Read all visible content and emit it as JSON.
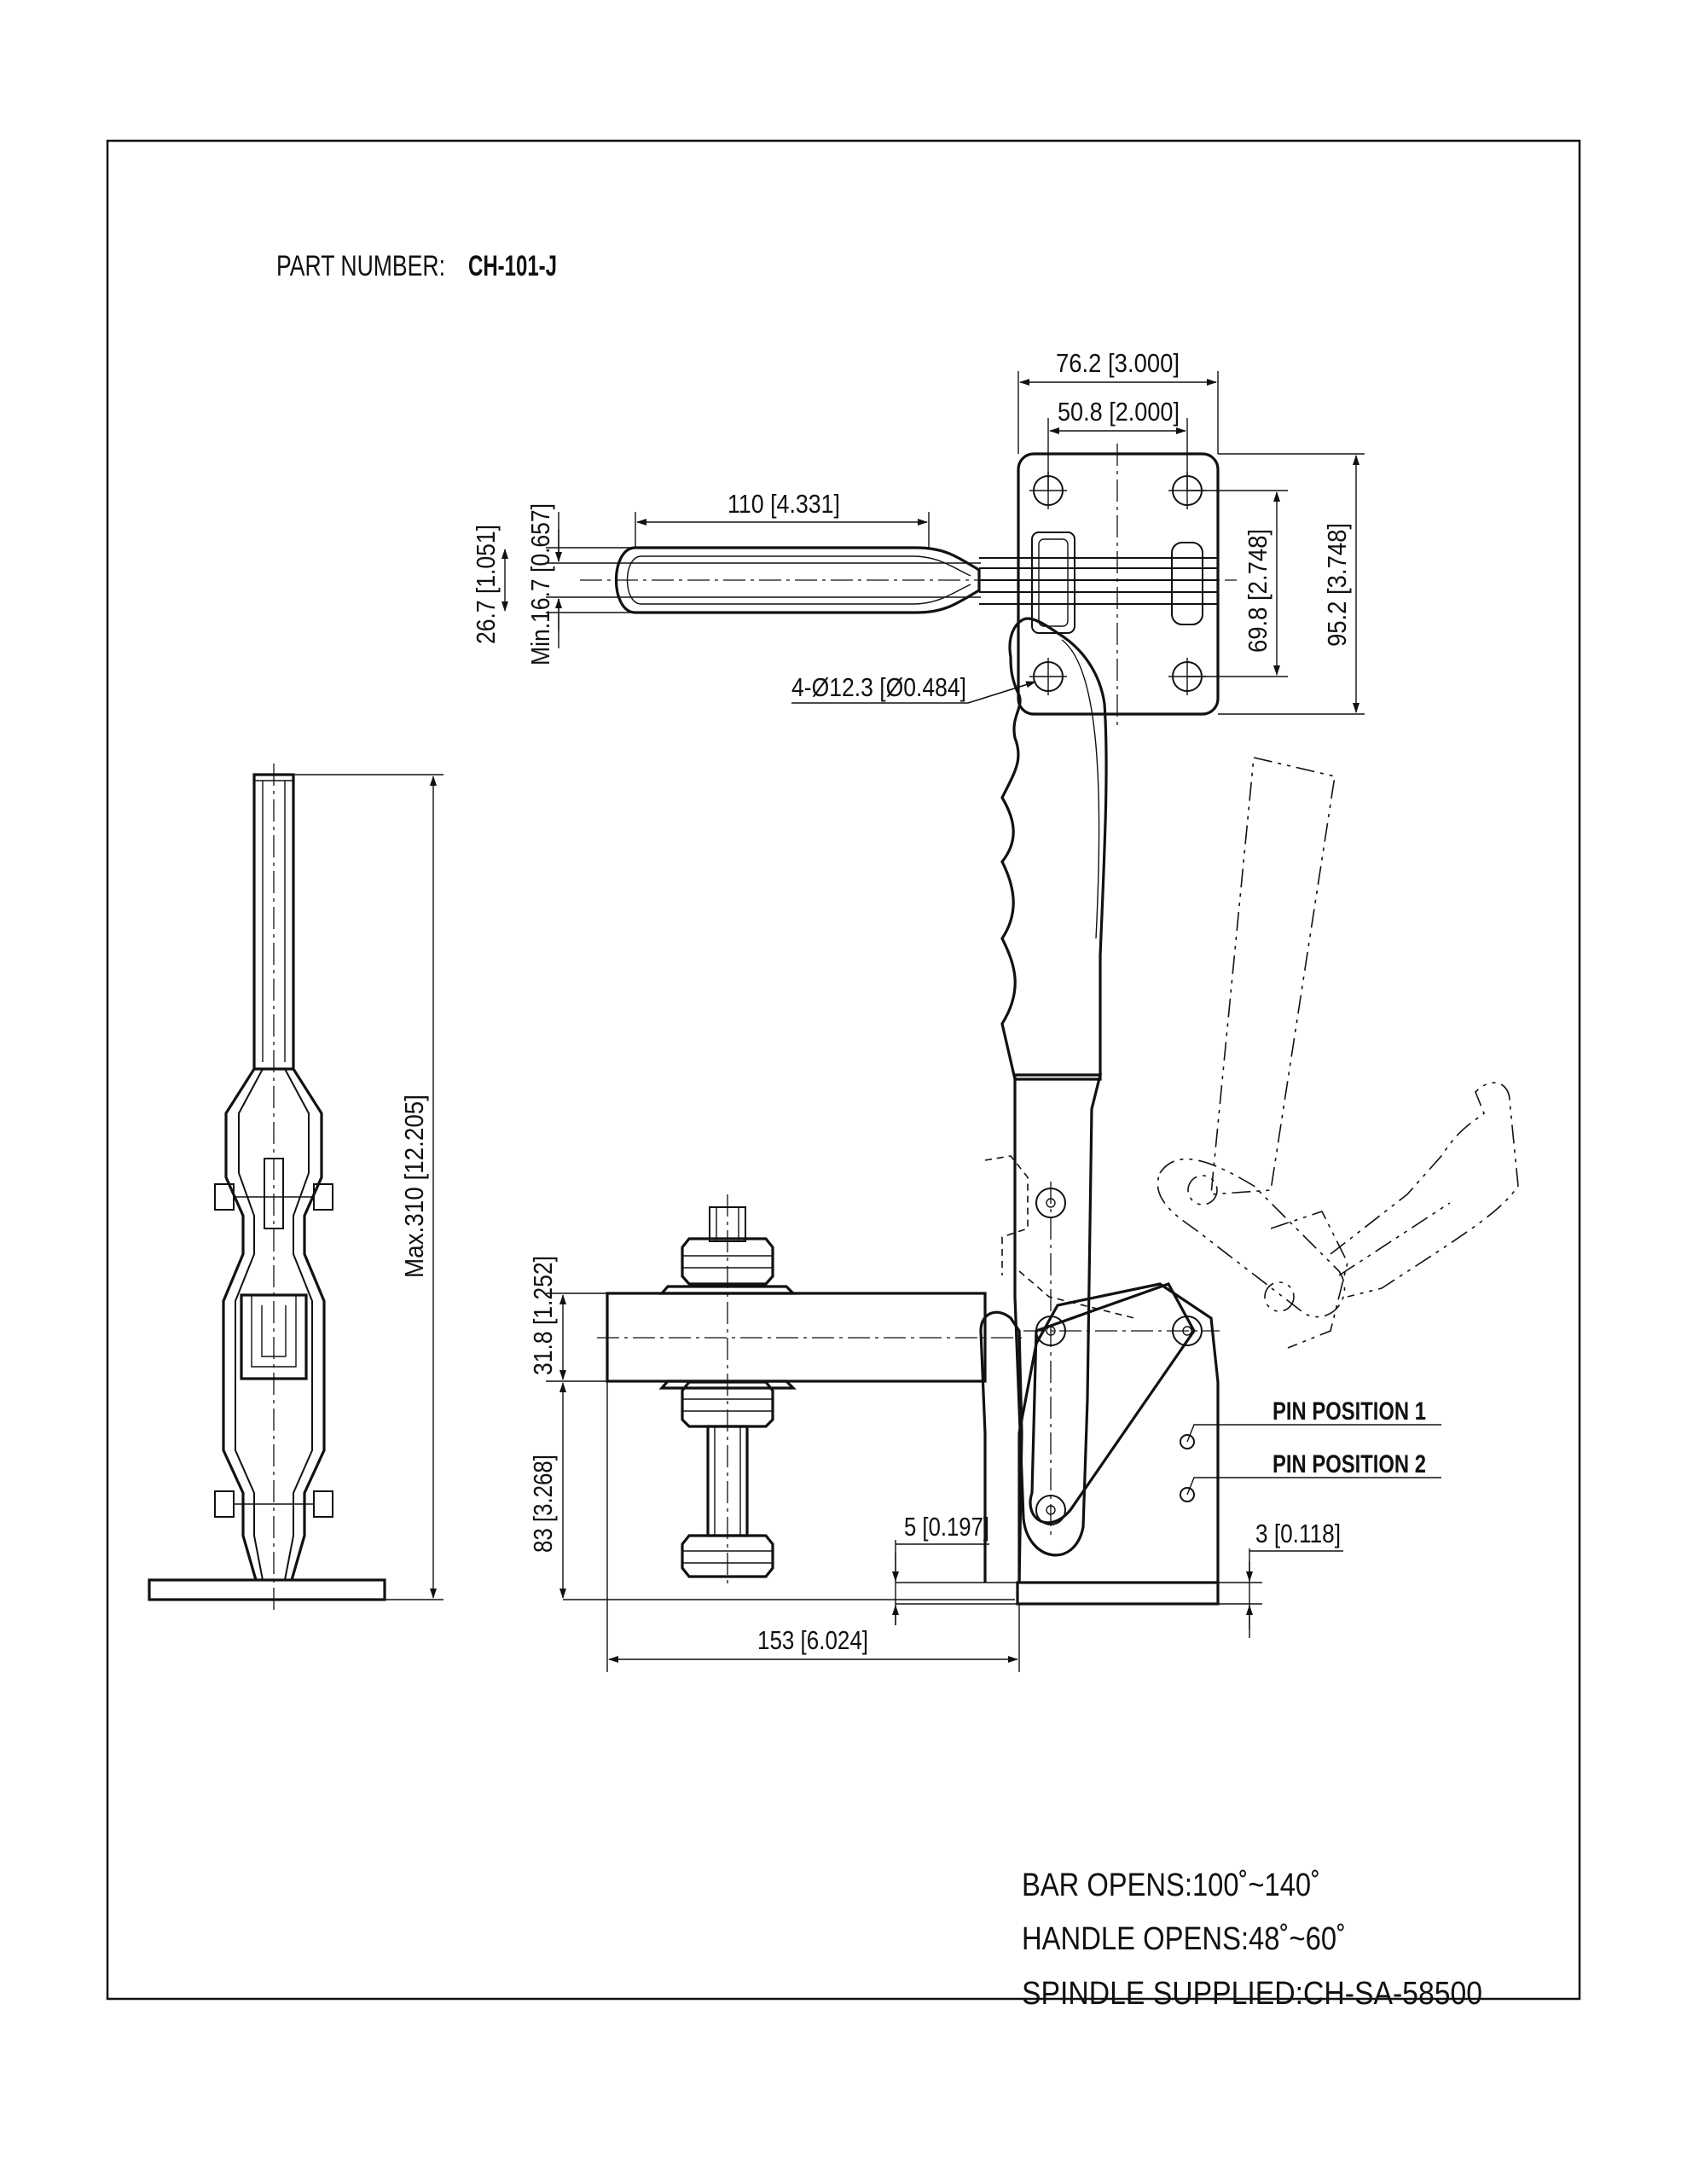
{
  "part_number": {
    "label": "PART NUMBER:",
    "value": "CH-101-J"
  },
  "dimensions": {
    "top_width_overall": "76.2 [3.000]",
    "top_hole_spacing_x": "50.8 [2.000]",
    "handle_grip_length": "110 [4.331]",
    "handle_width": "26.7 [1.051]",
    "handle_width_min": "Min.16.7 [0.657]",
    "base_hole_spacing_y": "69.8 [2.748]",
    "base_height_overall": "95.2 [3.748]",
    "mounting_holes": "4-Ø12.3 [Ø0.484]",
    "max_height": "Max.310 [12.205]",
    "bar_thickness": "31.8 [1.252]",
    "bar_height": "83 [3.268]",
    "base_offset_left": "5 [0.197]",
    "base_offset_right": "3 [0.118]",
    "bar_reach": "153 [6.024]"
  },
  "pin_positions": {
    "pin1": "PIN POSITION 1",
    "pin2": "PIN POSITION 2"
  },
  "notes": {
    "bar_opens": "BAR OPENS:100˚~140˚",
    "handle_opens": "HANDLE OPENS:48˚~60˚",
    "spindle": "SPINDLE SUPPLIED:CH-SA-58500"
  }
}
